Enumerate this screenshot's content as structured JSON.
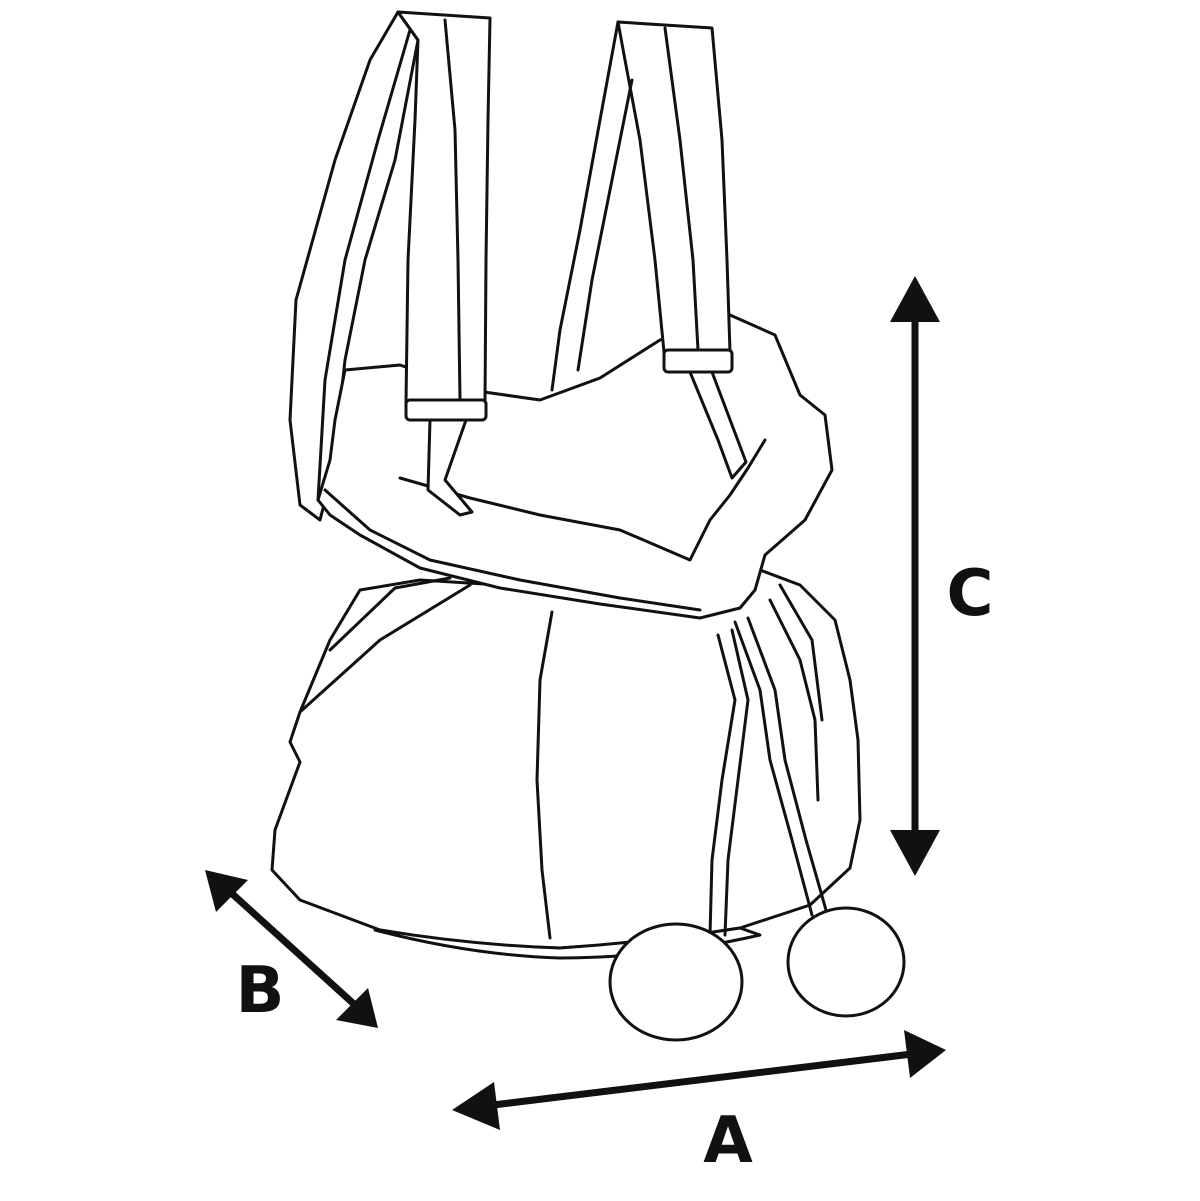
{
  "dimensions": {
    "width_label": "A",
    "depth_label": "B",
    "height_label": "C"
  },
  "colors": {
    "line": "#111111",
    "background": "#ffffff"
  }
}
